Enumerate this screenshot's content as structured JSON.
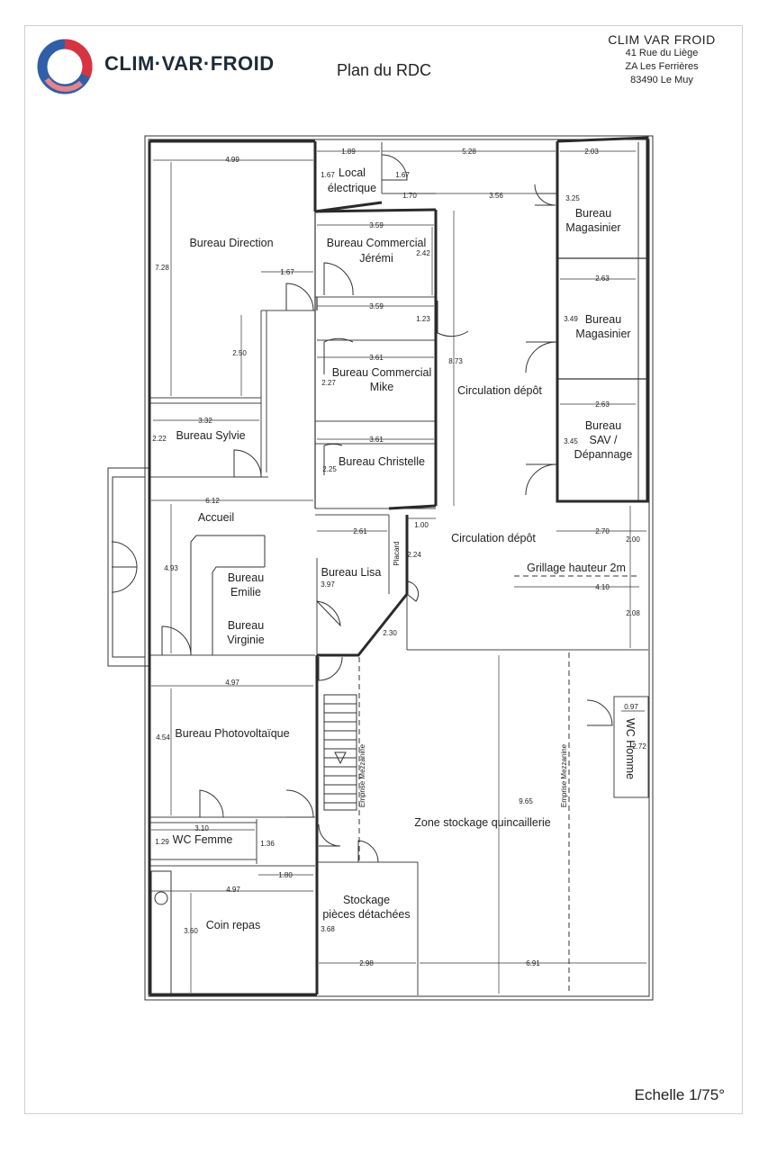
{
  "header": {
    "logo_text": "CLIM·VAR·FROID",
    "title": "Plan du RDC",
    "company_name": "CLIM VAR FROID",
    "address_line1": "41 Rue du Liège",
    "address_line2": "ZA Les Ferrières",
    "address_line3": "83490 Le Muy"
  },
  "footer": {
    "scale": "Echelle 1/75°"
  },
  "colors": {
    "logo_blue": "#2f5fa8",
    "logo_red": "#d8343f",
    "wall": "#2a2a2a"
  },
  "rooms": {
    "local_electrique_1": "Local",
    "local_electrique_2": "électrique",
    "bureau_direction": "Bureau Direction",
    "bureau_commercial_jeremi_1": "Bureau Commercial",
    "bureau_commercial_jeremi_2": "Jérémi",
    "bureau_commercial_mike_1": "Bureau Commercial",
    "bureau_commercial_mike_2": "Mike",
    "bureau_sylvie": "Bureau Sylvie",
    "bureau_christelle": "Bureau Christelle",
    "accueil": "Accueil",
    "bureau_emilie_1": "Bureau",
    "bureau_emilie_2": "Emilie",
    "bureau_virginie_1": "Bureau",
    "bureau_virginie_2": "Virginie",
    "bureau_lisa": "Bureau Lisa",
    "placard": "Placard",
    "circulation_depot_1": "Circulation dépôt",
    "circulation_depot_2": "Circulation dépôt",
    "grillage": "Grillage hauteur 2m",
    "bureau_magasinier_1a": "Bureau",
    "bureau_magasinier_1b": "Magasinier",
    "bureau_magasinier_2a": "Bureau",
    "bureau_magasinier_2b": "Magasinier",
    "bureau_sav_1": "Bureau",
    "bureau_sav_2": "SAV /",
    "bureau_sav_3": "Dépannage",
    "bureau_photovoltaique": "Bureau Photovoltaïque",
    "wc_femme": "WC Femme",
    "wc_homme": "WC Homme",
    "coin_repas": "Coin repas",
    "stockage_1": "Stockage",
    "stockage_2": "pièces détachées",
    "zone_stockage": "Zone stockage quincaillerie",
    "emprise_mezzanine_1": "Emprise Mezzanine",
    "emprise_mezzanine_2": "Emprise Mezzanine"
  },
  "dimensions": {
    "d_4_99": "4.99",
    "d_1_89": "1.89",
    "d_5_28": "5.28",
    "d_2_03": "2.03",
    "d_1_67a": "1.67",
    "d_1_67b": "1.67",
    "d_1_67c": "1.67",
    "d_1_70": "1.70",
    "d_3_56": "3.56",
    "d_3_25": "3.25",
    "d_3_59a": "3.59",
    "d_3_59b": "3.59",
    "d_2_42": "2.42",
    "d_7_28": "7.28",
    "d_2_63a": "2.63",
    "d_2_63b": "2.63",
    "d_1_23": "1.23",
    "d_3_49": "3.49",
    "d_8_73": "8.73",
    "d_3_61a": "3.61",
    "d_3_61b": "3.61",
    "d_2_27": "2.27",
    "d_2_50": "2.50",
    "d_3_32": "3.32",
    "d_2_22": "2.22",
    "d_3_45": "3.45",
    "d_2_25": "2.25",
    "d_6_12": "6.12",
    "d_2_61": "2.61",
    "d_1_00": "1.00",
    "d_2_70": "2.70",
    "d_2_00": "2.00",
    "d_2_24": "2.24",
    "d_4_93": "4.93",
    "d_3_97": "3.97",
    "d_4_10": "4.10",
    "d_2_08": "2.08",
    "d_2_30": "2.30",
    "d_4_97a": "4.97",
    "d_4_97b": "4.97",
    "d_0_97": "0.97",
    "d_4_54": "4.54",
    "d_2_72": "2.72",
    "d_9_65": "9.65",
    "d_3_10": "3.10",
    "d_1_29": "1.29",
    "d_1_36": "1.36",
    "d_1_80": "1.80",
    "d_3_60": "3.60",
    "d_3_68": "3.68",
    "d_2_98": "2.98",
    "d_6_91": "6.91"
  }
}
